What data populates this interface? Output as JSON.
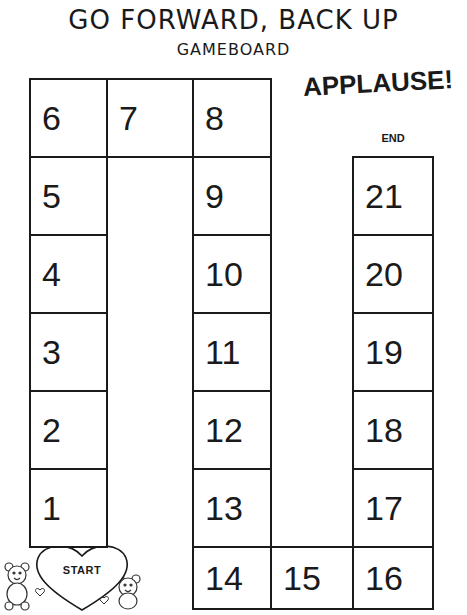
{
  "diagram": {
    "title": "GO FORWARD, BACK UP",
    "nodes": [
      {
        "text": [
          "START"
        ]
      },
      {
        "text": [
          "1"
        ]
      },
      {
        "text": [
          "2"
        ]
      },
      {
        "text": [
          "3"
        ]
      },
      {
        "text": [
          "4"
        ]
      },
      {
        "text": [
          "5"
        ]
      },
      {
        "text": [
          "6"
        ]
      },
      {
        "text": [
          "7"
        ]
      },
      {
        "text": [
          "8"
        ]
      },
      {
        "text": [
          "9"
        ]
      },
      {
        "text": [
          "10"
        ]
      },
      {
        "text": [
          "11"
        ]
      },
      {
        "text": [
          "12"
        ]
      },
      {
        "text": [
          "13"
        ]
      },
      {
        "text": [
          "14"
        ]
      },
      {
        "text": [
          "15"
        ]
      },
      {
        "text": [
          "16"
        ]
      },
      {
        "text": [
          "17"
        ]
      },
      {
        "text": [
          "18"
        ]
      },
      {
        "text": [
          "19"
        ]
      },
      {
        "text": [
          "20"
        ]
      },
      {
        "text": [
          "21"
        ]
      }
    ],
    "labels": [
      "GAMEBOARD",
      "APPLAUSE!",
      "END"
    ]
  }
}
